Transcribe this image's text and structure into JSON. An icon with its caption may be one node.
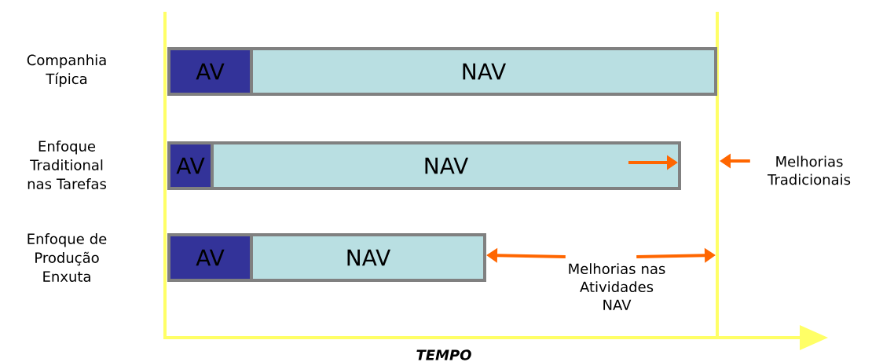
{
  "diagram": {
    "nodes": [
      {
        "text": [
          "AV"
        ]
      },
      {
        "text": [
          "NAV"
        ]
      },
      {
        "text": [
          "AV"
        ]
      },
      {
        "text": [
          "NAV"
        ]
      },
      {
        "text": [
          "AV"
        ]
      },
      {
        "text": [
          "NAV"
        ]
      },
      {
        "text": [
          "Melhorias Tradicionais"
        ]
      },
      {
        "text": [
          "Melhorias nas Atividades NAV"
        ]
      }
    ],
    "edges": [
      {
        "from": 6,
        "to": null,
        "arrow": "to"
      },
      {
        "from": 7,
        "to": 5,
        "arrow": "to"
      },
      {
        "from": 7,
        "to": null,
        "arrow": "to"
      }
    ],
    "labels": [
      "Companhia Típica",
      "Enfoque Traditional nas Tarefas",
      "Enfoque de Produção Enxuta",
      "TEMPO"
    ]
  }
}
